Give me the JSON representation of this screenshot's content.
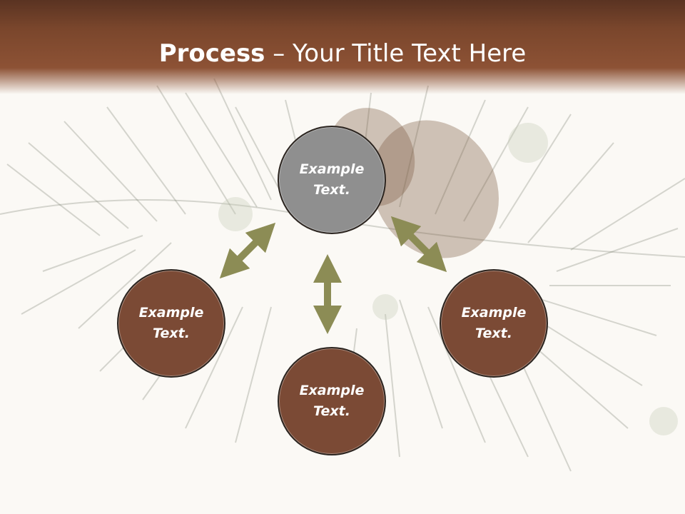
{
  "slide": {
    "title_bold": "Process",
    "title_rest": " – Your Title Text Here"
  },
  "nodes": {
    "top": "Example Text.",
    "left": "Example Text.",
    "right": "Example Text.",
    "bottom": "Example Text."
  },
  "colors": {
    "header": "#8d5235",
    "node_brown": "#7b4a35",
    "node_grey": "#8f8f8f",
    "arrow": "#8c8c55"
  }
}
